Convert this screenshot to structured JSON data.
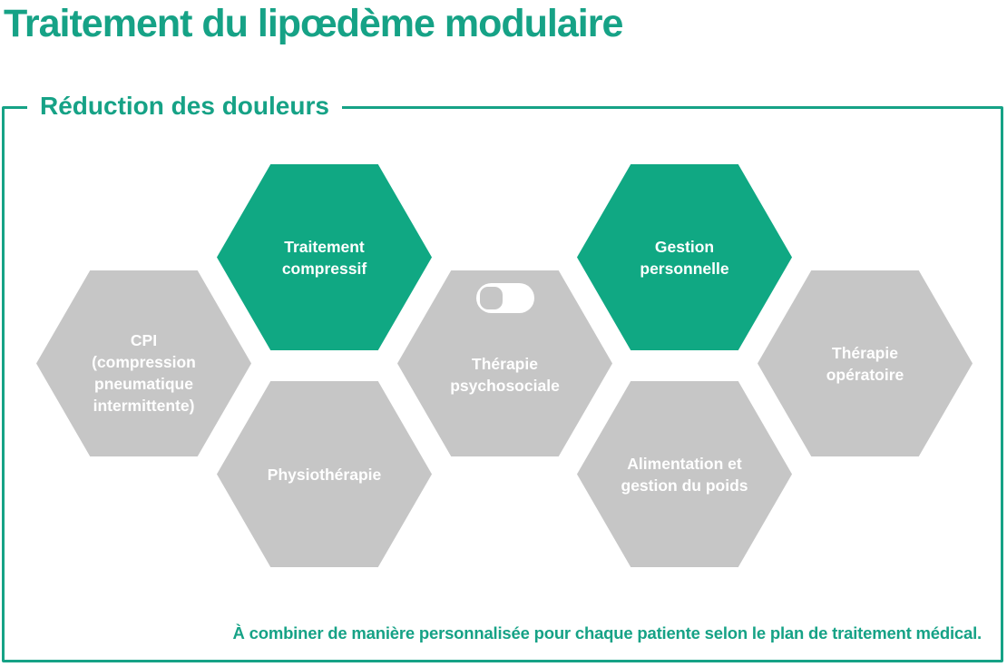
{
  "title": "Traitement du lipœdème modulaire",
  "frame": {
    "label": "Réduction des douleurs",
    "footer": "À combiner de manière personnalisée pour chaque patiente selon le plan de traitement médical."
  },
  "colors": {
    "accent_teal": "#16a286",
    "hex_green": "#10a883",
    "hex_gray": "#c6c6c6",
    "hex_text": "#ffffff",
    "background": "#ffffff"
  },
  "hexagons": [
    {
      "name": "cpi",
      "variant": "gray",
      "label": "CPI\n(compression\npneumatique\nintermittente)"
    },
    {
      "name": "traitement-compressif",
      "variant": "green",
      "label": "Traitement\ncompressif"
    },
    {
      "name": "physiotherapie",
      "variant": "gray",
      "label": "Physiothérapie"
    },
    {
      "name": "therapie-psychosociale",
      "variant": "gray",
      "icon": "toggle-switch-icon",
      "label": "Thérapie\npsychosociale"
    },
    {
      "name": "gestion-personnelle",
      "variant": "green",
      "label": "Gestion\npersonnelle"
    },
    {
      "name": "alimentation-gestion-poids",
      "variant": "gray",
      "label": "Alimentation et\ngestion du poids"
    },
    {
      "name": "therapie-operatoire",
      "variant": "gray",
      "label": "Thérapie\nopératoire"
    }
  ]
}
